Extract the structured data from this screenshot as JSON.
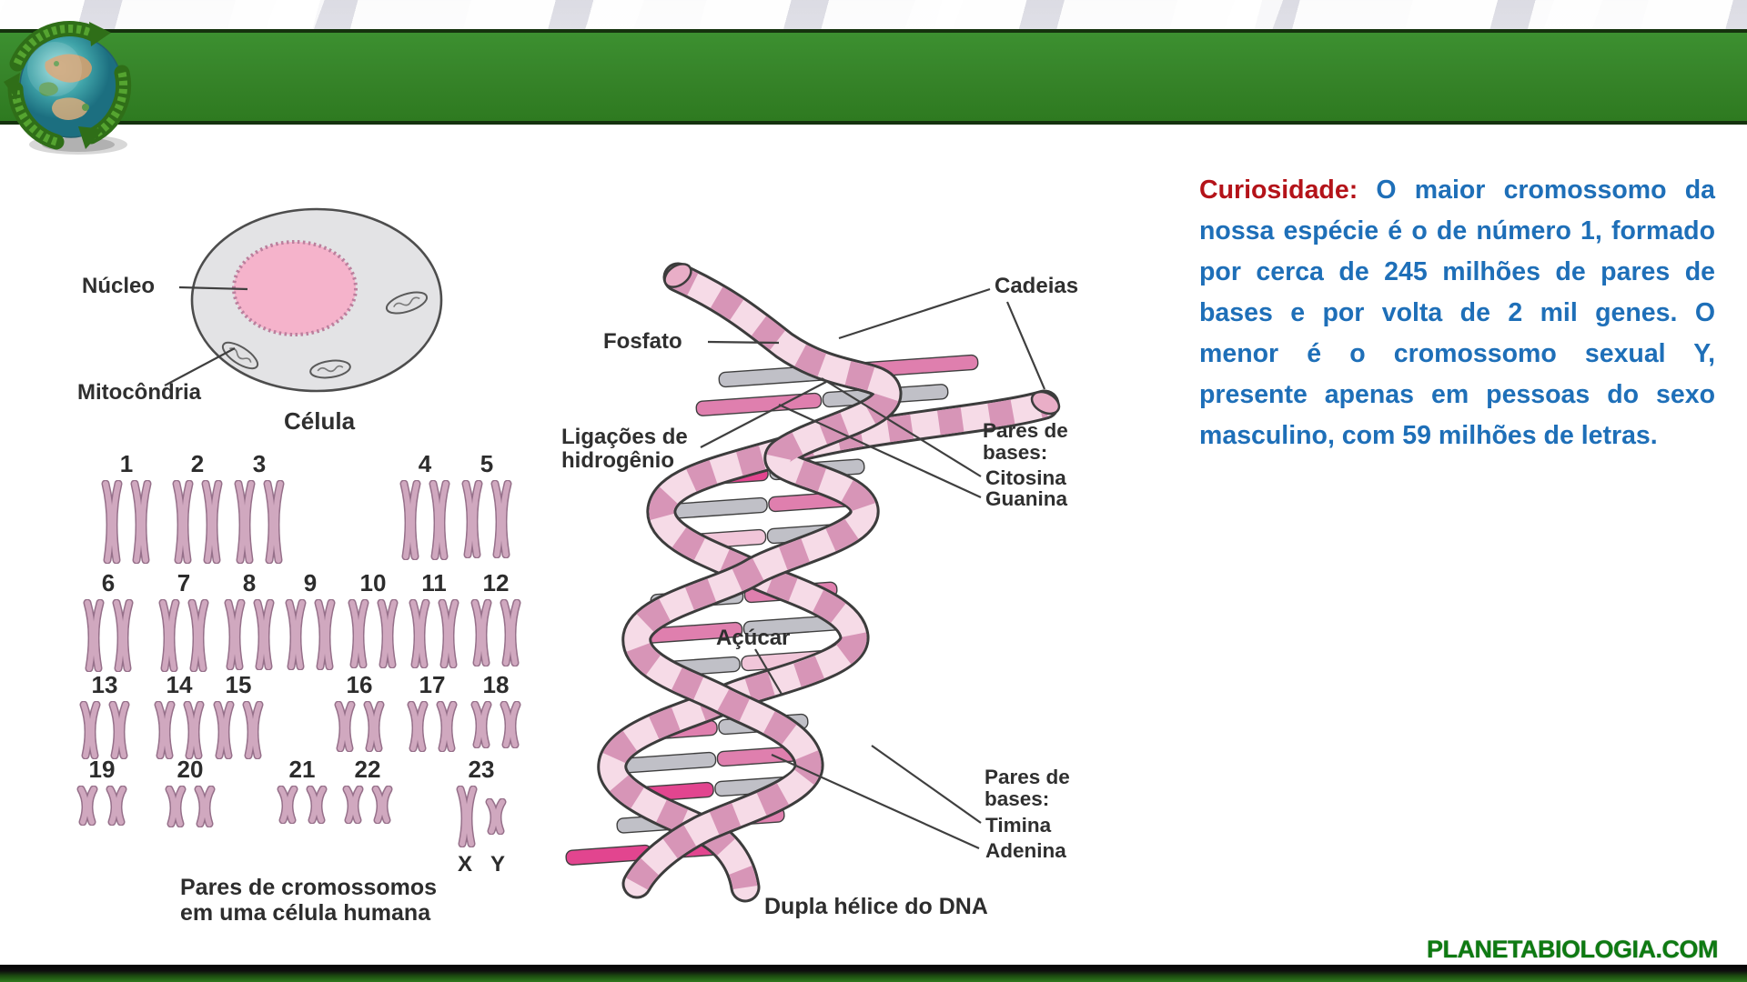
{
  "slide": {
    "curiosity": {
      "label": "Curiosidade:",
      "text": " O maior cromossomo da nossa espécie é o de número 1, formado por cerca de 245 milhões de pares de bases e por volta de 2 mil genes. O menor é o cromossomo sexual Y, presente apenas em pessoas do sexo masculino, com 59 milhões de letras."
    },
    "cell_figure": {
      "nucleus_label": "Núcleo",
      "mitochondria_label": "Mitocôndria",
      "caption": "Célula"
    },
    "karyotype": {
      "pair_labels": [
        "1",
        "2",
        "3",
        "4",
        "5",
        "6",
        "7",
        "8",
        "9",
        "10",
        "11",
        "12",
        "13",
        "14",
        "15",
        "16",
        "17",
        "18",
        "19",
        "20",
        "21",
        "22",
        "23"
      ],
      "sex_x_label": "X",
      "sex_y_label": "Y",
      "caption_line1": "Pares de cromossomos",
      "caption_line2": "em uma célula humana"
    },
    "dna_figure": {
      "chains_label": "Cadeias",
      "phosphate_label": "Fosfato",
      "hydrogen_bonds_line1": "Ligações de",
      "hydrogen_bonds_line2": "hidrogênio",
      "base_pairs_top_line1": "Pares de",
      "base_pairs_top_line2": "bases:",
      "cytosine_label": "Citosina",
      "guanine_label": "Guanina",
      "sugar_label": "Açúcar",
      "base_pairs_bottom_line1": "Pares de",
      "base_pairs_bottom_line2": "bases:",
      "thymine_label": "Timina",
      "adenine_label": "Adenina",
      "caption": "Dupla hélice do DNA"
    },
    "footer": {
      "site": "PLANETABIOLOGIA.COM"
    },
    "colors": {
      "header_green": "#37852a",
      "curiosity_red": "#b41319",
      "curiosity_blue": "#1e6fb8",
      "footer_green": "#0e7a12"
    }
  }
}
